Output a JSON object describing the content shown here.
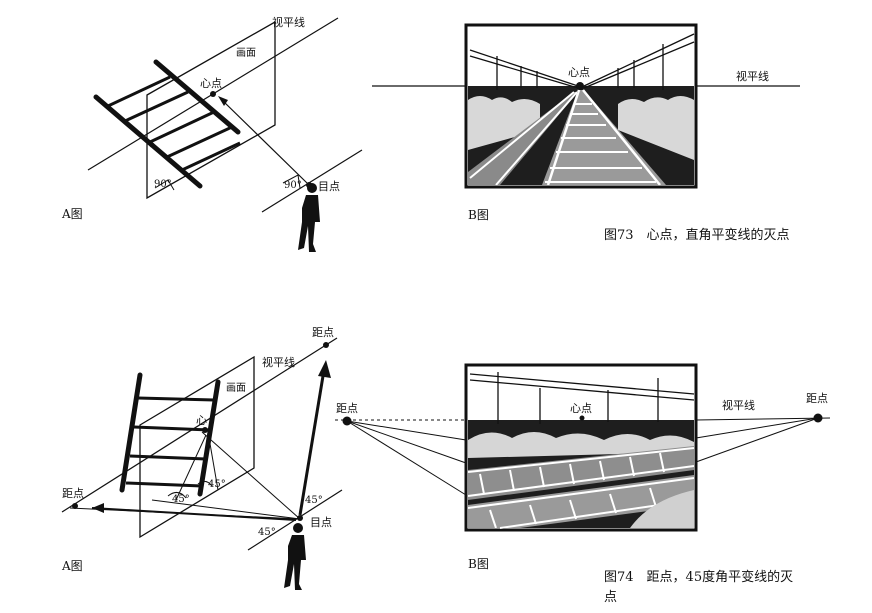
{
  "fig73": {
    "a": {
      "horizon_label": "视平线",
      "picture_plane_label": "画面",
      "center_point_label": "心点",
      "eye_point_label": "目点",
      "angle_left": "90°",
      "angle_right": "90°",
      "panel_label": "A图"
    },
    "b": {
      "center_point_label": "心点",
      "horizon_label": "视平线",
      "panel_label": "B图"
    },
    "caption": "图73　心点，直角平变线的灭点"
  },
  "fig74": {
    "a": {
      "distance_point_right": "距点",
      "horizon_label": "视平线",
      "picture_plane_label": "画面",
      "center_point_label": "心",
      "angle_1": "45°",
      "angle_2": "45°",
      "angle_3": "45°",
      "angle_4": "45°",
      "distance_point_left": "距点",
      "eye_point_label": "目点",
      "panel_label": "A图"
    },
    "b": {
      "distance_point_left": "距点",
      "center_point_label": "心点",
      "horizon_label": "视平线",
      "distance_point_right": "距点",
      "panel_label": "B图"
    },
    "caption_line1": "图74　距点，45度角平变线的灭",
    "caption_line2": "点"
  }
}
